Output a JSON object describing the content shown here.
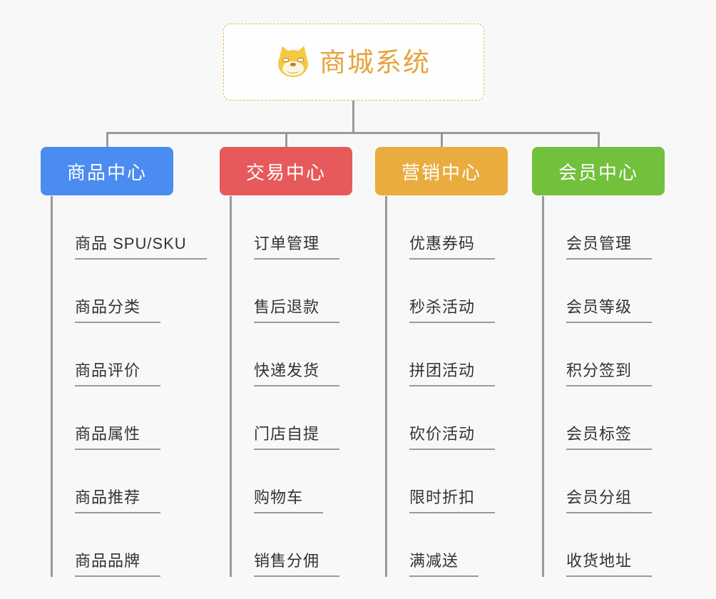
{
  "page": {
    "background_color": "#f8f8f8",
    "line_color": "#9a9a9a",
    "leaf_text_color": "#2f3338"
  },
  "root": {
    "title": "商城系统",
    "icon": "dog-face-icon",
    "text_color": "#e8a33d",
    "border_color": "#e9b767",
    "background_color": "#fefefe"
  },
  "columns": [
    {
      "header": "商品中心",
      "color": "#4a8cf0",
      "items": [
        "商品 SPU/SKU",
        "商品分类",
        "商品评价",
        "商品属性",
        "商品推荐",
        "商品品牌"
      ]
    },
    {
      "header": "交易中心",
      "color": "#e75a5c",
      "items": [
        "订单管理",
        "售后退款",
        "快递发货",
        "门店自提",
        "购物车",
        "销售分佣"
      ]
    },
    {
      "header": "营销中心",
      "color": "#eaac3e",
      "items": [
        "优惠券码",
        "秒杀活动",
        "拼团活动",
        "砍价活动",
        "限时折扣",
        "满减送"
      ]
    },
    {
      "header": "会员中心",
      "color": "#72c03c",
      "items": [
        "会员管理",
        "会员等级",
        "积分签到",
        "会员标签",
        "会员分组",
        "收货地址"
      ]
    }
  ]
}
